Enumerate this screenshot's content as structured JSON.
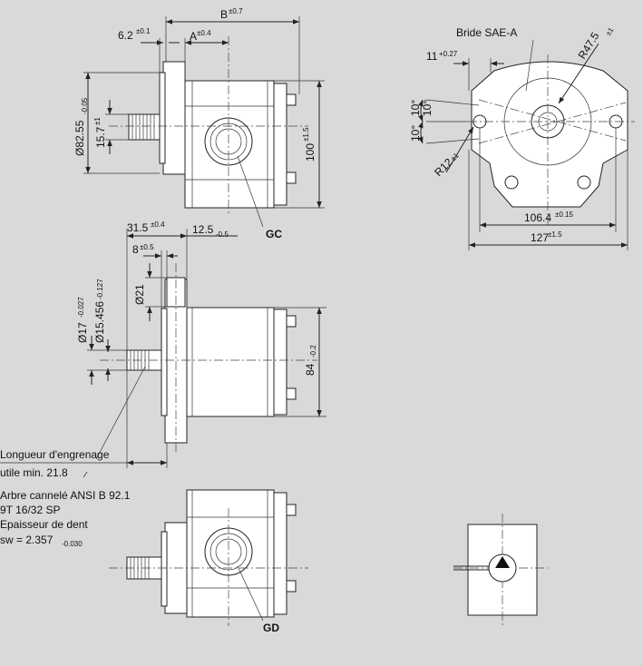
{
  "dims": {
    "b": "B",
    "b_tol": "±0.7",
    "a": "A",
    "a_tol": "±0.4",
    "d62": "6.2",
    "d62_tol": "±0.1",
    "d8255": "Ø82.55",
    "d8255_tol": "-0.05",
    "d157": "15.7",
    "d157_tol": "±1",
    "h100": "100",
    "h100_tol": "±1.5",
    "d315": "31.5",
    "d315_tol": "±0.4",
    "d125": "12.5",
    "d125_tol": "-0.5",
    "d8": "8",
    "d8_tol": "±0.5",
    "d21": "Ø21",
    "d17": "Ø17",
    "d17_tol": "-0.027",
    "d15456": "Ø15.456",
    "d15456_tol": "-0.127",
    "h84": "84",
    "h84_tol": "-0.2",
    "d11": "11",
    "d11_tol": "+0.27",
    "r475": "R47.5",
    "r475_tol": "±1",
    "deg10a": "10°",
    "deg10b": "10°",
    "deg10c": "10°",
    "r12": "R12",
    "r12_tol": "±1",
    "w1064": "106.4",
    "w1064_tol": "±0.15",
    "w127": "127",
    "w127_tol": "±1.5"
  },
  "labels": {
    "bride": "Bride SAE-A",
    "gc": "GC",
    "gd": "GD"
  },
  "notes": {
    "line1": "Longueur d'engrenage",
    "line2": "utile min. 21.8",
    "line3": "Arbre cannelé ANSI B 92.1",
    "line4": "9T 16/32 SP",
    "line5": "Epaisseur de dent",
    "line6_main": "sw = 2.357",
    "line6_tol": "-0.030"
  }
}
